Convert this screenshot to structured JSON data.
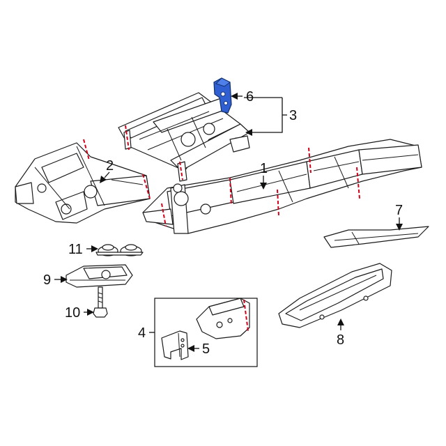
{
  "callouts": [
    {
      "id": "c1",
      "text": "1"
    },
    {
      "id": "c2",
      "text": "2"
    },
    {
      "id": "c3",
      "text": "3"
    },
    {
      "id": "c4",
      "text": "4"
    },
    {
      "id": "c5",
      "text": "5"
    },
    {
      "id": "c6",
      "text": "6"
    },
    {
      "id": "c7",
      "text": "7"
    },
    {
      "id": "c8",
      "text": "8"
    },
    {
      "id": "c9",
      "text": "9"
    },
    {
      "id": "c10",
      "text": "10"
    },
    {
      "id": "c11",
      "text": "11"
    }
  ],
  "colors": {
    "highlight_part": "#2f5fd0",
    "cut_line": "#d0021b",
    "ink": "#1a1a1a",
    "background": "#ffffff"
  }
}
